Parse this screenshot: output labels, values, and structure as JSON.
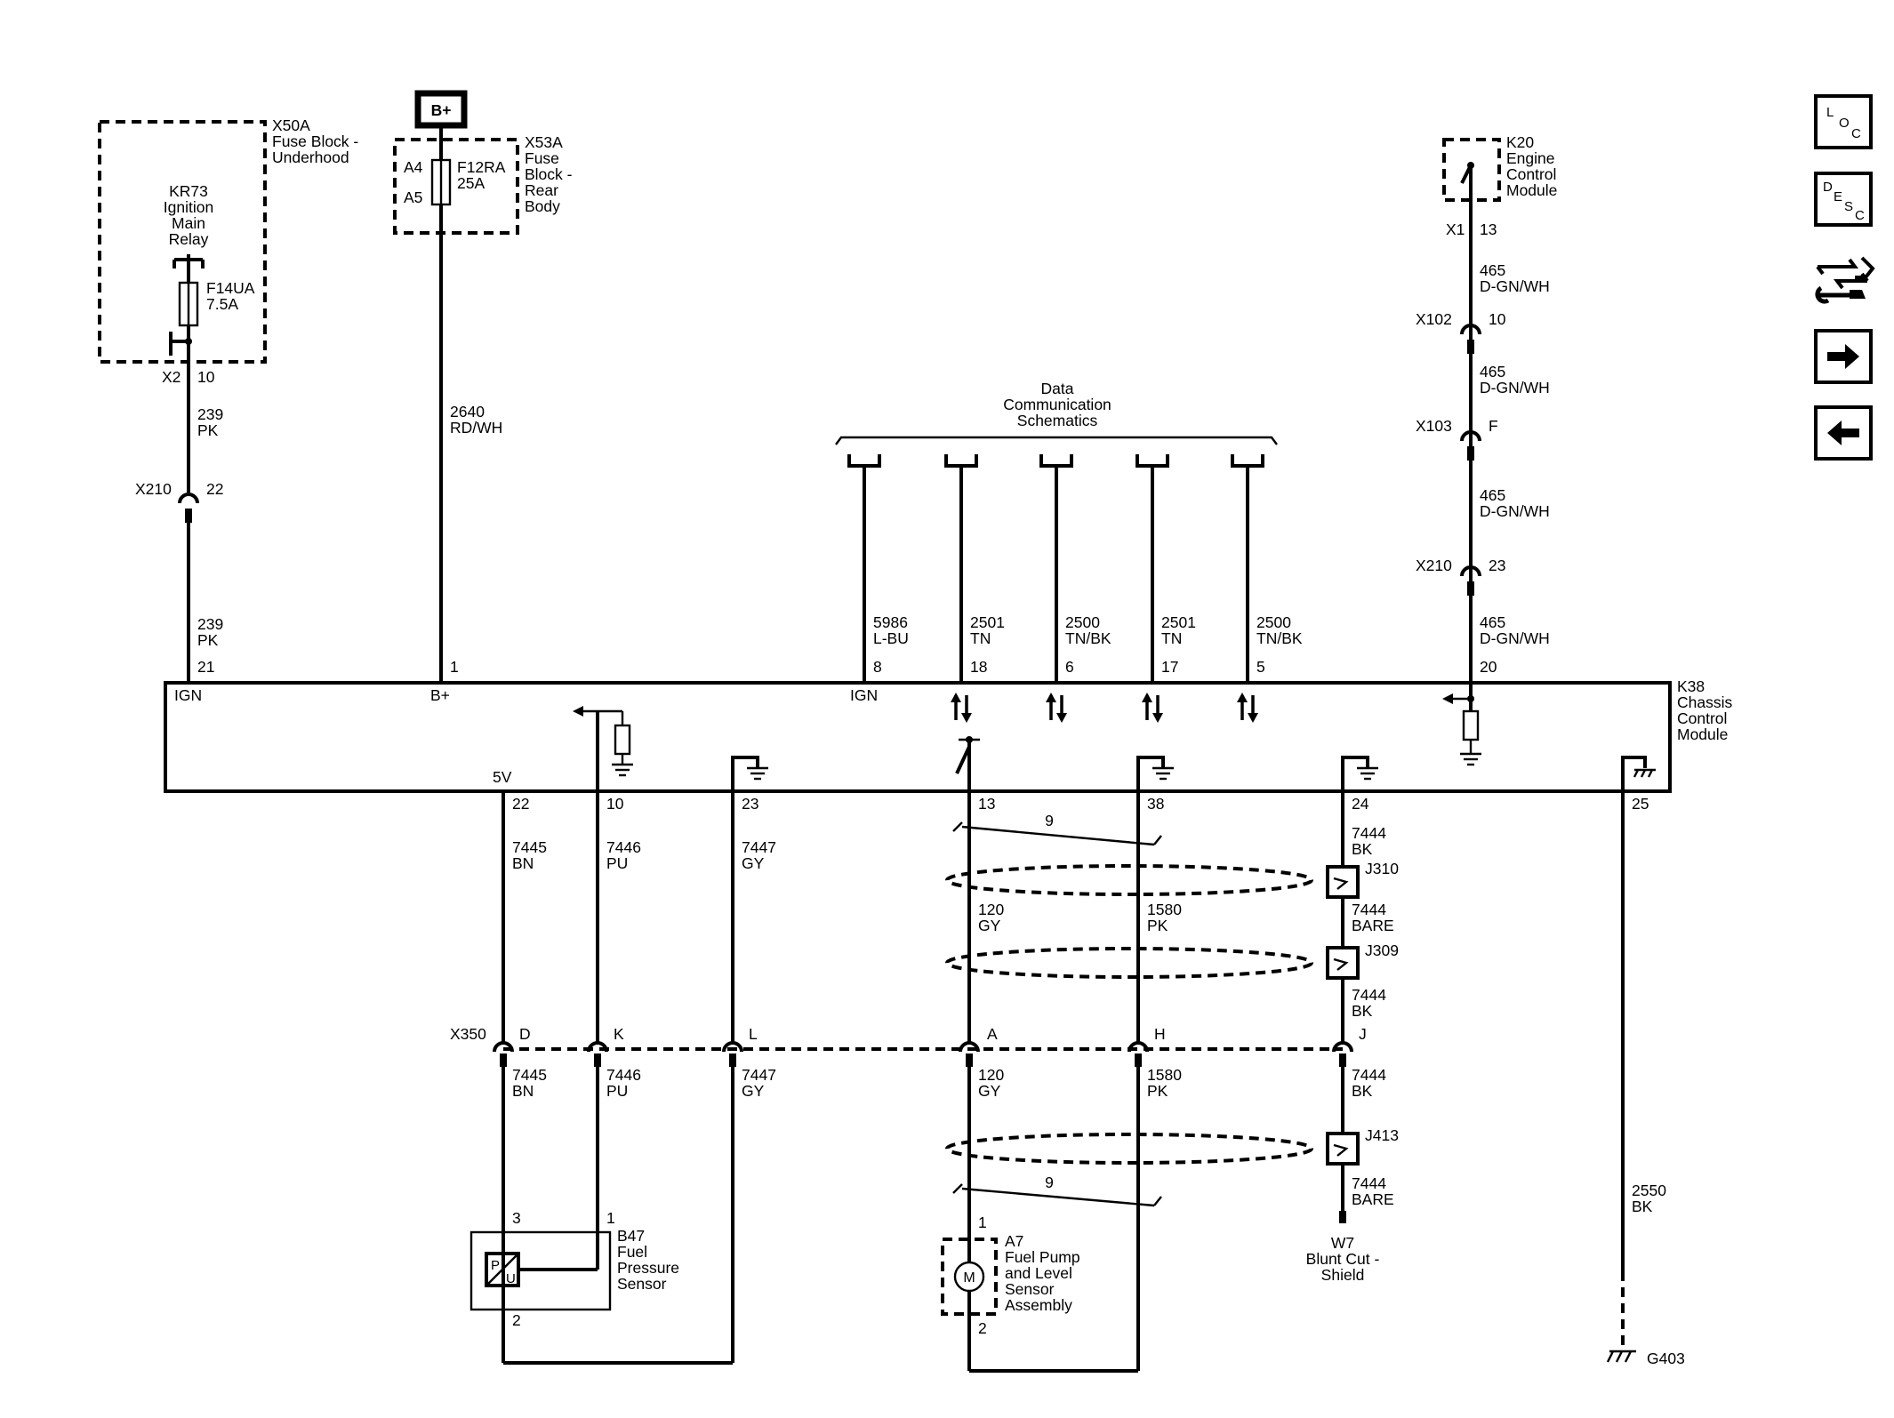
{
  "components": {
    "x50a": {
      "name": "X50A",
      "lines": [
        "Fuse Block -",
        "Underhood"
      ]
    },
    "kr73": {
      "lines": [
        "KR73",
        "Ignition",
        "Main",
        "Relay"
      ]
    },
    "f14ua": {
      "lines": [
        "F14UA",
        "7.5A"
      ]
    },
    "bplus_source": "B+",
    "x53a": {
      "name": "X53A",
      "lines": [
        "Fuse",
        "Block -",
        "Rear",
        "Body"
      ]
    },
    "f12ra": {
      "lines": [
        "F12RA",
        "25A"
      ]
    },
    "x53a_pins": [
      "A4",
      "A5"
    ],
    "k20": {
      "lines": [
        "K20",
        "Engine",
        "Control",
        "Module"
      ]
    },
    "k38": {
      "lines": [
        "K38",
        "Chassis",
        "Control",
        "Module"
      ]
    },
    "dcs": {
      "lines": [
        "Data",
        "Communication",
        "Schematics"
      ]
    },
    "b47": {
      "lines": [
        "B47",
        "Fuel",
        "Pressure",
        "Sensor"
      ],
      "pins": [
        "3",
        "1",
        "2"
      ],
      "glyph_p": "P",
      "glyph_u": "U"
    },
    "a7": {
      "lines": [
        "A7",
        "Fuel Pump",
        "and Level",
        "Sensor",
        "Assembly"
      ],
      "pins": [
        "1",
        "2"
      ],
      "glyph": "M"
    },
    "w7": {
      "lines": [
        "W7",
        "Blunt Cut -",
        "Shield"
      ]
    },
    "g403": "G403",
    "j310": "J310",
    "j309": "J309",
    "j413": "J413",
    "twist_count": "9"
  },
  "connectors": {
    "x2": {
      "name": "X2",
      "pin": "10"
    },
    "x210_left": {
      "name": "X210",
      "pin": "22"
    },
    "x1": {
      "name": "X1",
      "pin": "13"
    },
    "x102": {
      "name": "X102",
      "pin": "10"
    },
    "x103": {
      "name": "X103",
      "pin": "F"
    },
    "x210_right": {
      "name": "X210",
      "pin": "23"
    },
    "x350": {
      "name": "X350",
      "pins": [
        "D",
        "K",
        "L",
        "A",
        "H",
        "J"
      ]
    }
  },
  "wires": {
    "w239_top": [
      "239",
      "PK"
    ],
    "w239_bot": [
      "239",
      "PK"
    ],
    "w2640": [
      "2640",
      "RD/WH"
    ],
    "w5986": [
      "5986",
      "L-BU"
    ],
    "w2501a": [
      "2501",
      "TN"
    ],
    "w2500a": [
      "2500",
      "TN/BK"
    ],
    "w2501b": [
      "2501",
      "TN"
    ],
    "w2500b": [
      "2500",
      "TN/BK"
    ],
    "w465_1": [
      "465",
      "D-GN/WH"
    ],
    "w465_2": [
      "465",
      "D-GN/WH"
    ],
    "w465_3": [
      "465",
      "D-GN/WH"
    ],
    "w465_4": [
      "465",
      "D-GN/WH"
    ],
    "w7445_top": [
      "7445",
      "BN"
    ],
    "w7446_top": [
      "7446",
      "PU"
    ],
    "w7447_top": [
      "7447",
      "GY"
    ],
    "w120_top": [
      "120",
      "GY"
    ],
    "w1580_top": [
      "1580",
      "PK"
    ],
    "w7444_a": [
      "7444",
      "BK"
    ],
    "w7444_b": [
      "7444",
      "BARE"
    ],
    "w7444_c": [
      "7444",
      "BK"
    ],
    "w7445_bot": [
      "7445",
      "BN"
    ],
    "w7446_bot": [
      "7446",
      "PU"
    ],
    "w7447_bot": [
      "7447",
      "GY"
    ],
    "w120_bot": [
      "120",
      "GY"
    ],
    "w1580_bot": [
      "1580",
      "PK"
    ],
    "w7444_d": [
      "7444",
      "BK"
    ],
    "w7444_e": [
      "7444",
      "BARE"
    ],
    "w2550": [
      "2550",
      "BK"
    ]
  },
  "k38_pins_top": [
    "21",
    "1",
    "8",
    "18",
    "6",
    "17",
    "5",
    "20"
  ],
  "k38_pins_bottom": [
    "22",
    "10",
    "23",
    "13",
    "38",
    "24",
    "25"
  ],
  "k38_inner": {
    "ign_left": "IGN",
    "bplus": "B+",
    "ign_mid": "IGN",
    "fivev": "5V"
  },
  "nav": {
    "loc": [
      "L",
      "O",
      "C"
    ],
    "desc": [
      "D",
      "E",
      "S",
      "C"
    ]
  }
}
